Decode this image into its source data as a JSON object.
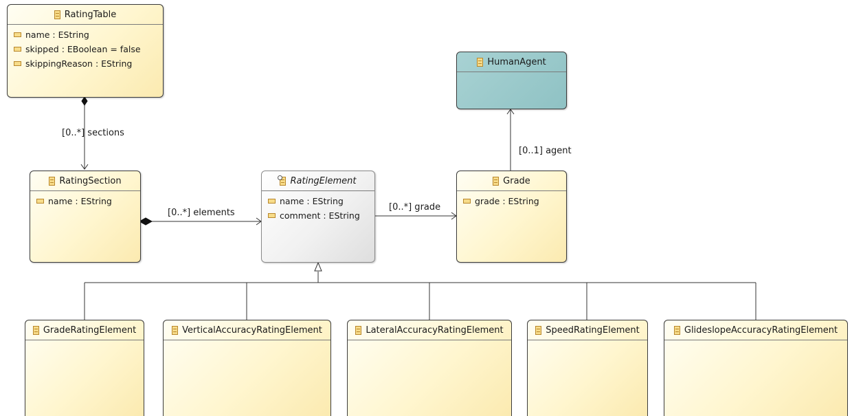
{
  "classes": {
    "rating_table": {
      "name": "RatingTable",
      "attributes": [
        "name : EString",
        "skipped : EBoolean = false",
        "skippingReason : EString"
      ]
    },
    "rating_section": {
      "name": "RatingSection",
      "attributes": [
        "name : EString"
      ]
    },
    "rating_element": {
      "name": "RatingElement",
      "abstract": true,
      "attributes": [
        "name : EString",
        "comment : EString"
      ]
    },
    "grade": {
      "name": "Grade",
      "attributes": [
        "grade : EString"
      ]
    },
    "human_agent": {
      "name": "HumanAgent",
      "attributes": []
    },
    "subclasses": [
      "GradeRatingElement",
      "VerticalAccuracyRatingElement",
      "LateralAccuracyRatingElement",
      "SpeedRatingElement",
      "GlideslopeAccuracyRatingElement"
    ]
  },
  "references": {
    "sections": "[0..*] sections",
    "elements": "[0..*] elements",
    "grade": "[0..*] grade",
    "agent": "[0..1] agent"
  },
  "colors": {
    "class_fill": "#fff6cf",
    "abstract_fill": "#f1f1f1",
    "agent_fill": "#8fc2c4",
    "edge": "#333333"
  },
  "icons": [
    "eclass-icon",
    "eattribute-icon",
    "abstract-marker-icon"
  ]
}
